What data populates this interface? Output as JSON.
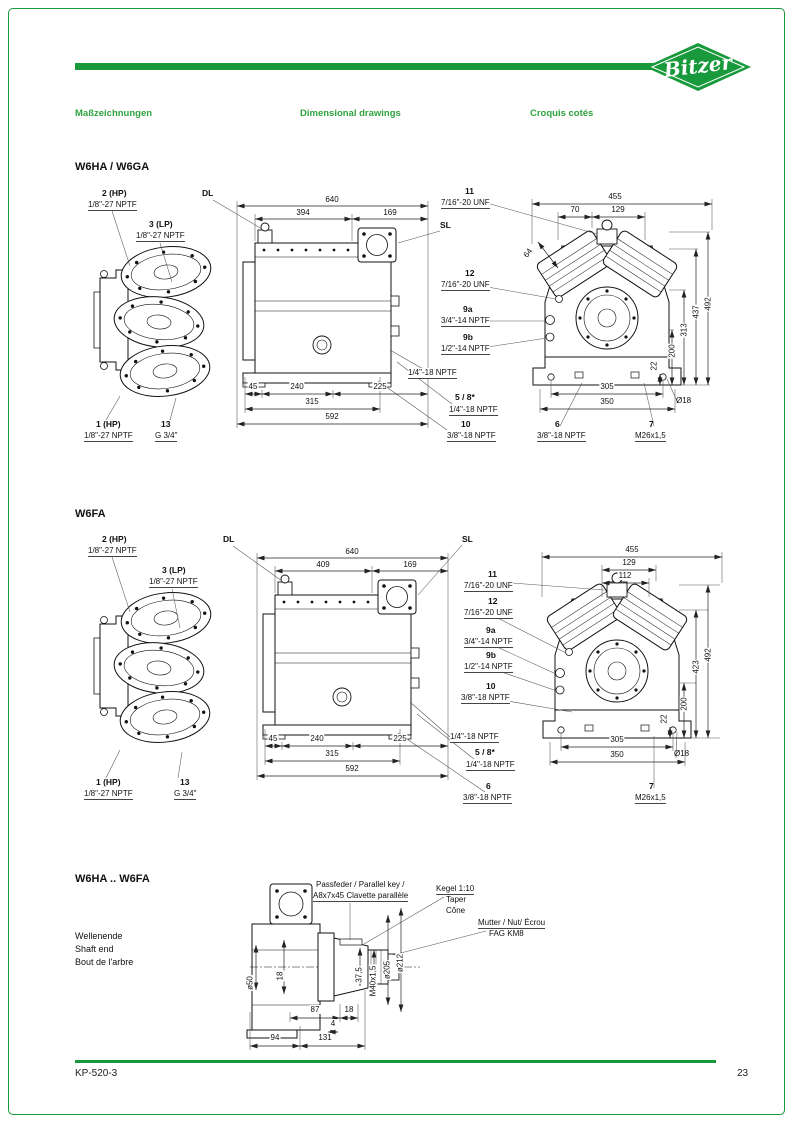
{
  "brand": {
    "logo_text": "Bitzer"
  },
  "colors": {
    "green": "#18993b"
  },
  "header": {
    "col_de": "Maßzeichnungen",
    "col_en": "Dimensional drawings",
    "col_fr": "Croquis cotés"
  },
  "footer": {
    "doc": "KP-520-3",
    "page": "23"
  },
  "s1": {
    "title": "W6HA / W6GA",
    "front": {
      "p2": "2 (HP)",
      "p2t": "1/8\"-27 NPTF",
      "p3": "3 (LP)",
      "p3t": "1/8\"-27 NPTF",
      "p1": "1 (HP)",
      "p1t": "1/8\"-27 NPTF",
      "p13": "13",
      "p13t": "G 3/4\""
    },
    "side": {
      "dl": "DL",
      "sl": "SL",
      "d640": "640",
      "d394": "394",
      "d169": "169",
      "d45": "45",
      "d240": "240",
      "d225": "225",
      "d315": "315",
      "d592": "592",
      "oil": "1/4\"-18 NPTF",
      "p58": "5 / 8*",
      "p58t": "1/4\"-18 NPTF",
      "p10": "10",
      "p10t": "3/8\"-18 NPTF"
    },
    "end": {
      "p11": "11",
      "p11t": "7/16\"-20 UNF",
      "d455": "455",
      "d70": "70",
      "d129": "129",
      "d64": "64",
      "p12": "12",
      "p12t": "7/16\"-20 UNF",
      "p9a": "9a",
      "p9at": "3/4\"-14 NPTF",
      "p9b": "9b",
      "p9bt": "1/2\"-14 NPTF",
      "d492": "492",
      "d437": "437",
      "d313": "313",
      "d200": "200",
      "d22": "22",
      "d305": "305",
      "d350": "350",
      "d18": "Ø18",
      "p6": "6",
      "p6t": "3/8\"-18 NPTF",
      "p7": "7",
      "p7t": "M26x1,5"
    }
  },
  "s2": {
    "title": "W6FA",
    "front": {
      "p2": "2 (HP)",
      "p2t": "1/8\"-27 NPTF",
      "p3": "3 (LP)",
      "p3t": "1/8\"-27 NPTF",
      "p1": "1 (HP)",
      "p1t": "1/8\"-27 NPTF",
      "p13": "13",
      "p13t": "G 3/4\""
    },
    "side": {
      "dl": "DL",
      "sl": "SL",
      "d640": "640",
      "d409": "409",
      "d169": "169",
      "d45": "45",
      "d240": "240",
      "d225": "225",
      "d315": "315",
      "d592": "592",
      "oil": "1/4\"-18 NPTF",
      "p58": "5 / 8*",
      "p58t": "1/4\"-18 NPTF",
      "p6": "6",
      "p6t": "3/8\"-18 NPTF"
    },
    "end": {
      "p11": "11",
      "p11t": "7/16\"-20 UNF",
      "d455": "455",
      "d129": "129",
      "d112": "112",
      "p12": "12",
      "p12t": "7/16\"-20 UNF",
      "p9a": "9a",
      "p9at": "3/4\"-14 NPTF",
      "p9b": "9b",
      "p9bt": "1/2\"-14 NPTF",
      "p10": "10",
      "p10t": "3/8\"-18 NPTF",
      "d492": "492",
      "d423": "423",
      "d200": "200",
      "d22": "22",
      "d305": "305",
      "d350": "350",
      "d18": "Ø18",
      "p7": "7",
      "p7t": "M26x1,5"
    }
  },
  "s3": {
    "title": "W6HA .. W6FA",
    "cap1": "Wellenende",
    "cap2": "Shaft end",
    "cap3": "Bout de l'arbre",
    "key1": "Passfeder / Parallel key /",
    "key2": "A8x7x45  Clavette parallèle",
    "taper1": "Kegel 1:10",
    "taper2": "Taper",
    "taper3": "Cône",
    "nut1": "Mutter / Nut/ Écrou",
    "nut2": "FAG KM8",
    "d50": "ø50",
    "d18a": "18",
    "d375": "37,5",
    "dm40": "M40x1,5",
    "d205": "ø205",
    "d212": "ø212",
    "d87": "87",
    "d18b": "18",
    "d4": "4",
    "d94": "94",
    "d131": "131"
  }
}
